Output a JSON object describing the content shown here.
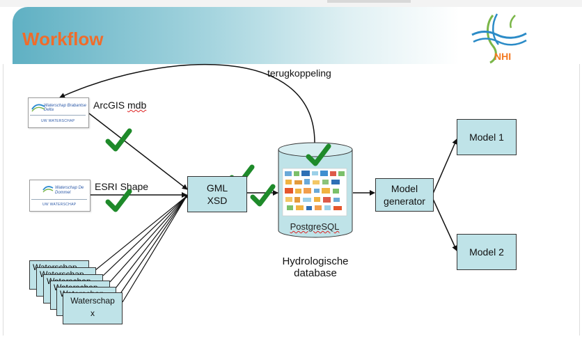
{
  "slide": {
    "title": "Workflow",
    "logo_text": "NHI"
  },
  "sources": {
    "arcgis_label": "ArcGIS mdb",
    "arcgis_thumb_org": "Waterschap Brabantse Delta",
    "arcgis_thumb_footer": "UW WATERSCHAP",
    "esri_label": "ESRI  Shape",
    "esri_thumb_org": "Waterschap De Dommel",
    "esri_thumb_footer": "UW WATERSCHAP",
    "stack_card_label": "Waterschap",
    "stack_front_line1": "Waterschap",
    "stack_front_line2": "x"
  },
  "gml": {
    "line1": "GML",
    "line2": "XSD"
  },
  "database": {
    "label": "PostgreSQL",
    "caption_line1": "Hydrologische",
    "caption_line2": "database"
  },
  "generator": {
    "line1": "Model",
    "line2": "generator"
  },
  "models": [
    "Model  1",
    "Model  2"
  ],
  "feedback_label": "terugkoppeling",
  "colors": {
    "box_fill": "#bfe3e8",
    "check": "#1e8a2a",
    "title": "#f06c2a",
    "header_band": "#5fb0c3"
  }
}
